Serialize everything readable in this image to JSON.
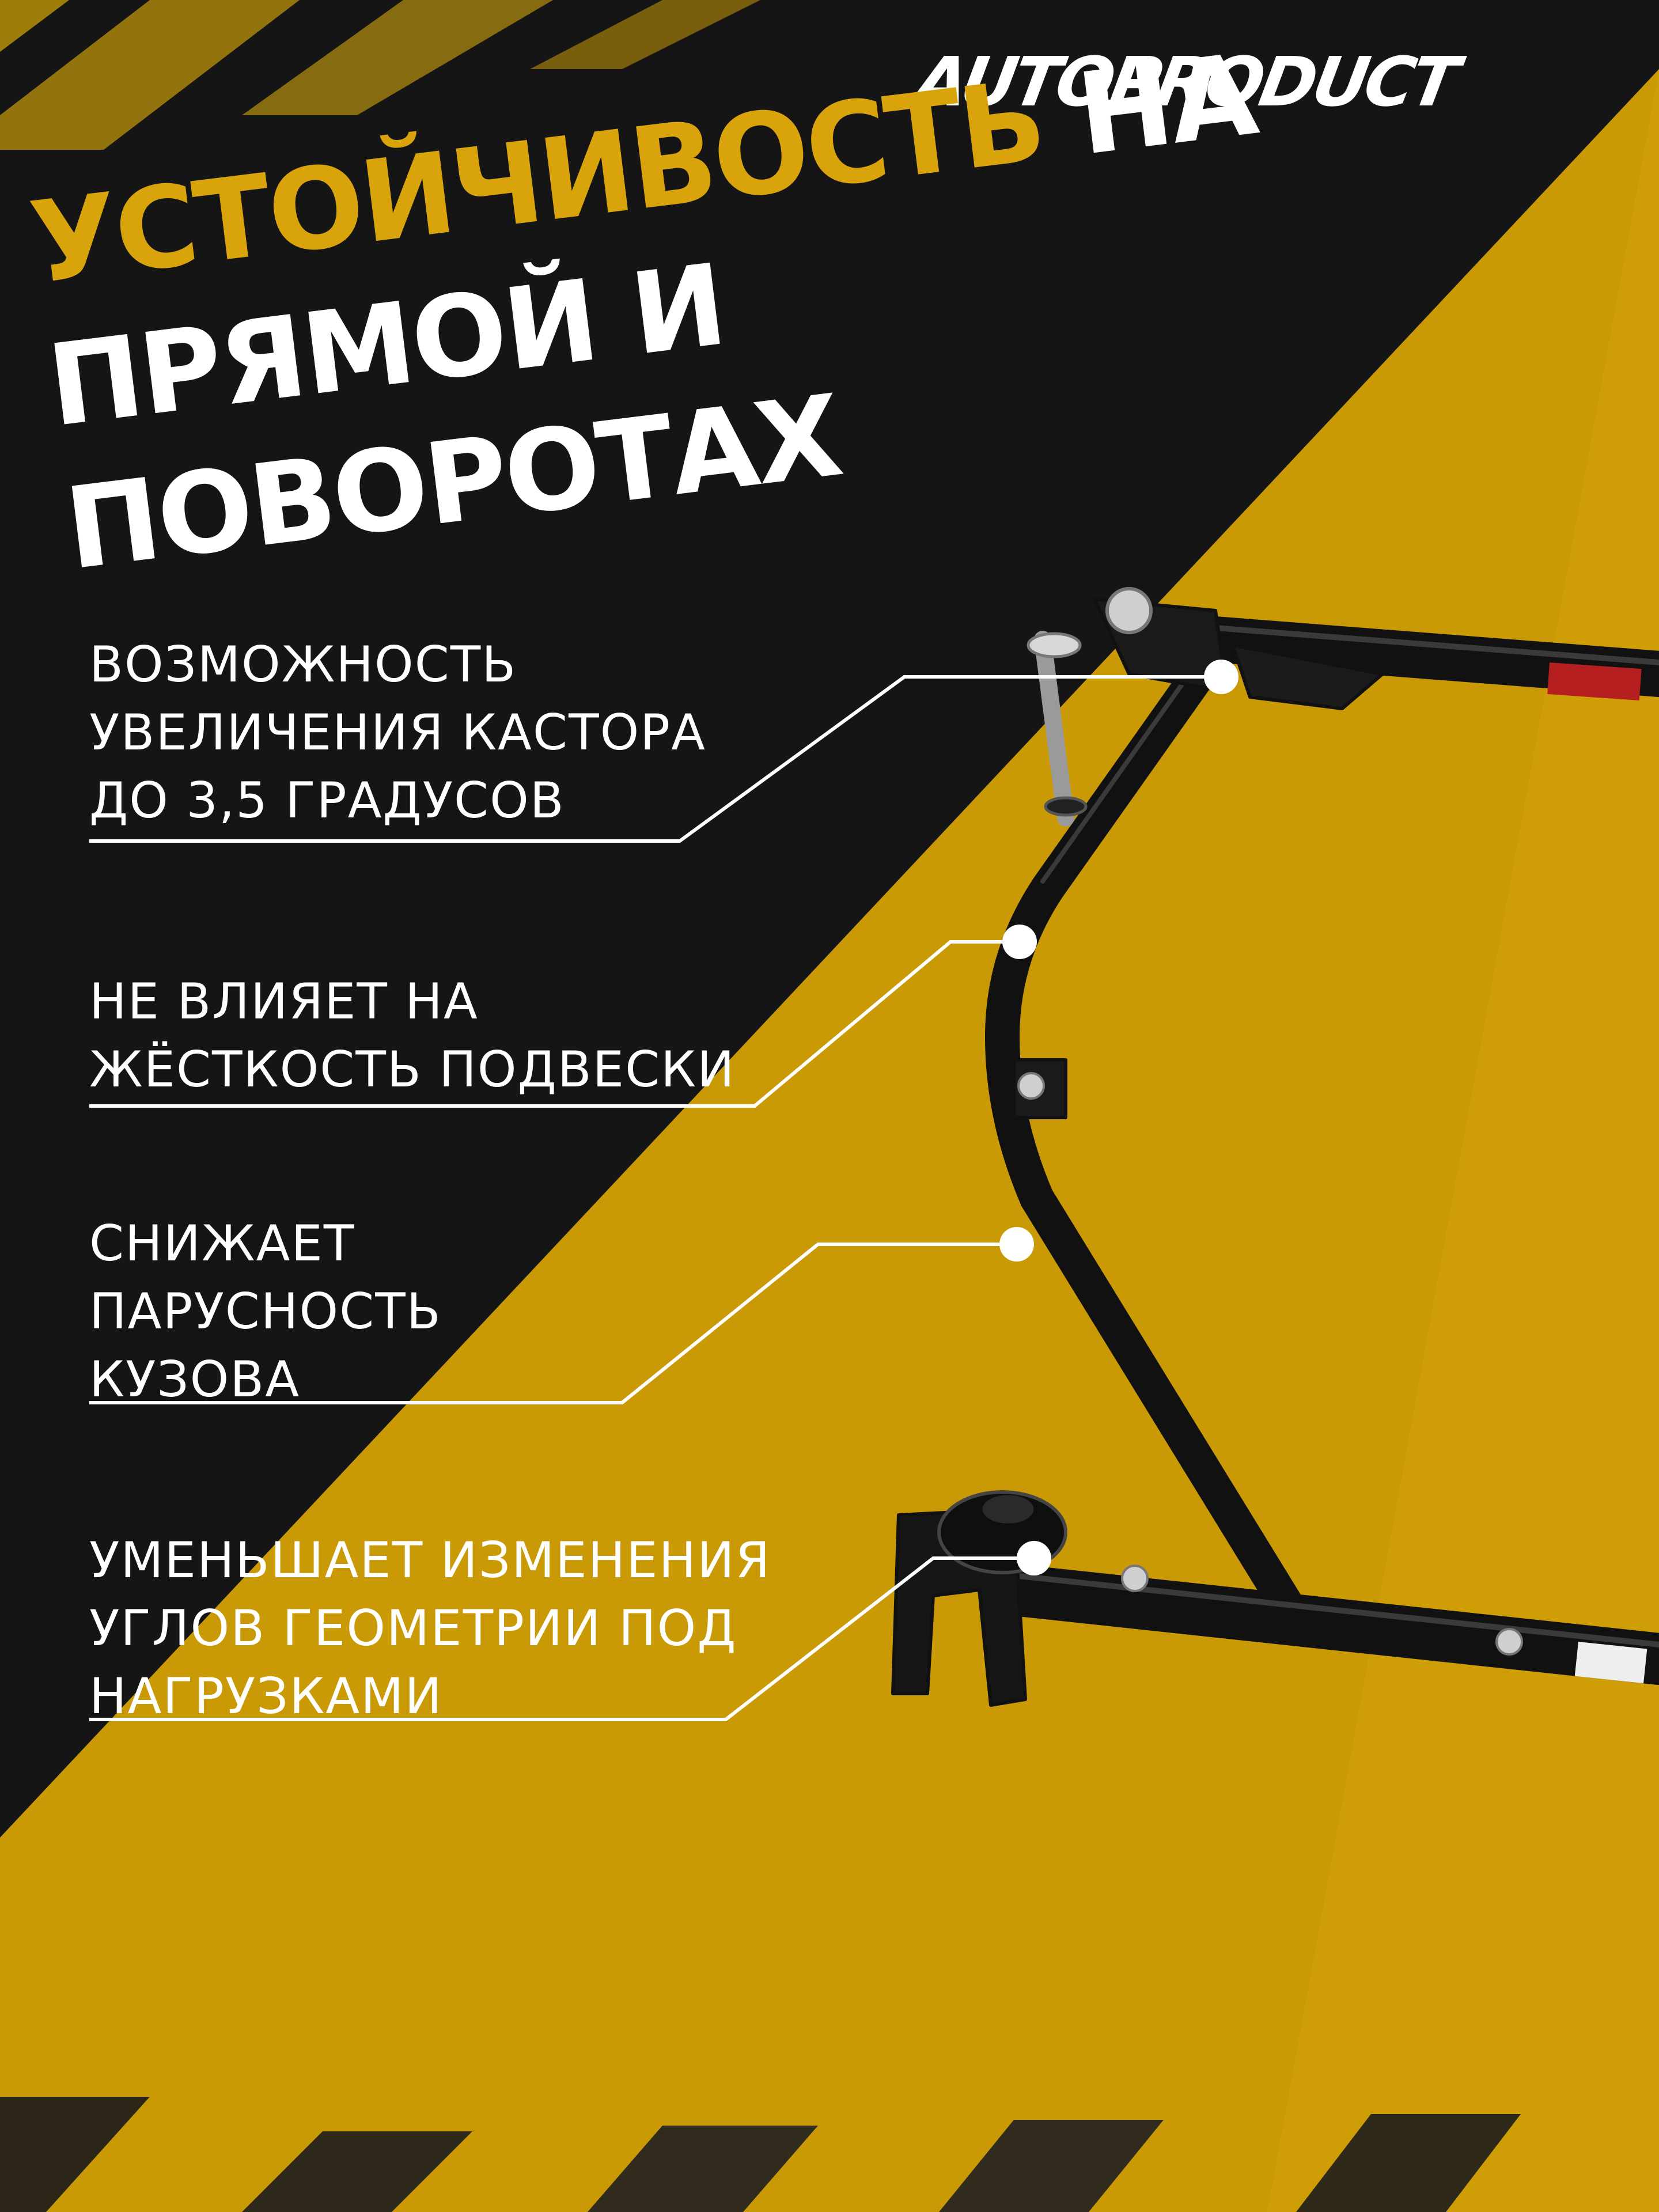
{
  "brand": {
    "logo_text": "AUTOPRODUCT"
  },
  "headline": {
    "accent": "УСТОЙЧИВОСТЬ",
    "line1_rest": " НА ПРЯМОЙ И",
    "line2": "ПОВОРОТАХ"
  },
  "callouts": [
    {
      "text": "ВОЗМОЖНОСТЬ\nУВЕЛИЧЕНИЯ КАСТОРА\nДО 3,5 ГРАДУСОВ"
    },
    {
      "text": "НЕ ВЛИЯЕТ НА\nЖЁСТКОСТЬ ПОДВЕСКИ"
    },
    {
      "text": "СНИЖАЕТ\nПАРУСНОСТЬ\nКУЗОВА"
    },
    {
      "text": "УМЕНЬШАЕТ ИЗМЕНЕНИЯ\nУГЛОВ ГЕОМЕТРИИ ПОД\nНАГРУЗКАМИ"
    }
  ],
  "colors": {
    "background_dark": "#141414",
    "accent_yellow": "#d9a40b",
    "text": "#ffffff"
  },
  "product_image": {
    "icon": "strut-brace-frame-icon"
  }
}
